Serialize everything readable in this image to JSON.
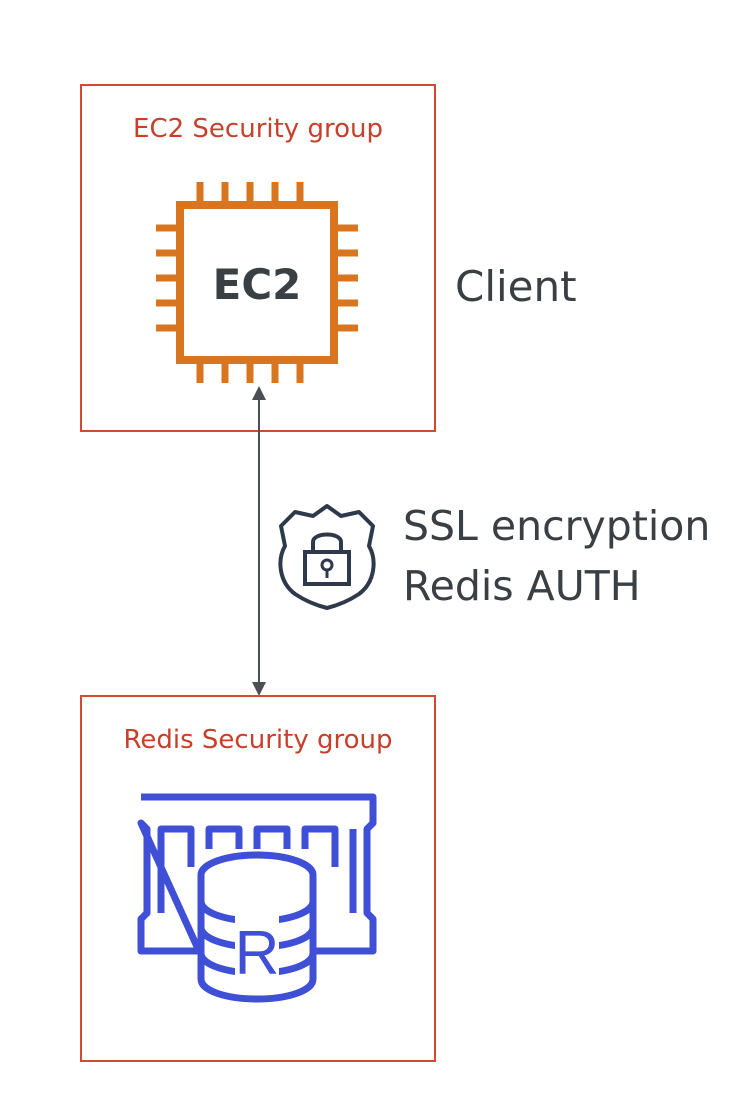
{
  "ec2_group": {
    "label": "EC2 Security group",
    "chip_text": "EC2",
    "role_label": "Client"
  },
  "connection": {
    "line1": "SSL encryption",
    "line2": "Redis AUTH",
    "icon": "shield-lock-icon"
  },
  "redis_group": {
    "label": "Redis Security group",
    "icon": "redis-database-icon",
    "db_letter": "R"
  },
  "colors": {
    "border": "#d6492e",
    "label": "#c7402a",
    "ec2_orange": "#d9741f",
    "redis_blue": "#3f4fd6",
    "text": "#3a3f44",
    "arrow": "#4a4f54"
  }
}
